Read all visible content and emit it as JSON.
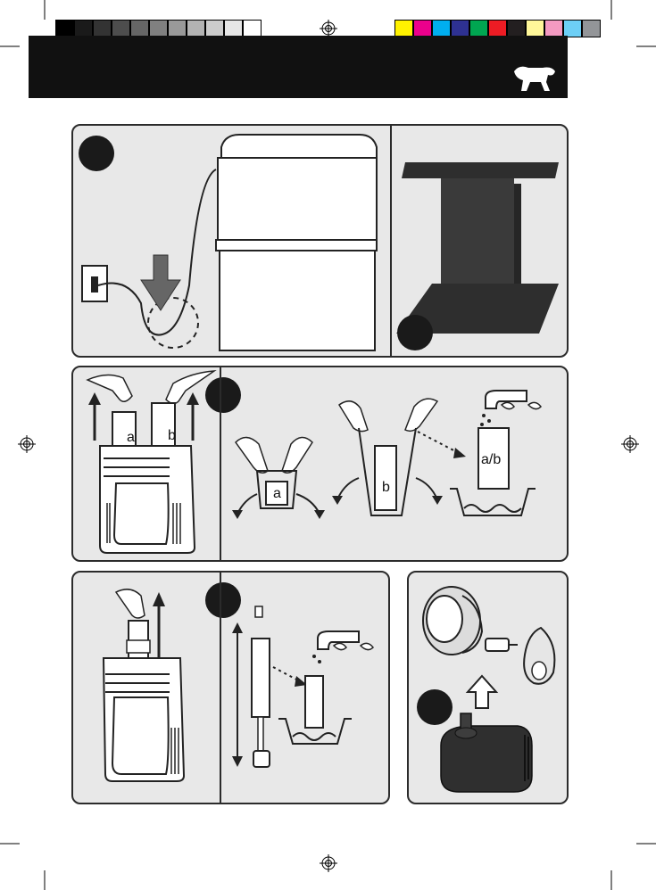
{
  "swatches": {
    "gray": [
      "#000000",
      "#1a1a1a",
      "#333333",
      "#4d4d4d",
      "#666666",
      "#808080",
      "#999999",
      "#b3b3b3",
      "#cccccc",
      "#e6e6e6",
      "#ffffff"
    ],
    "color": [
      "#fff200",
      "#ec008c",
      "#00aeef",
      "#2e3192",
      "#00a651",
      "#ed1c24",
      "#231f20",
      "#fff799",
      "#f49ac1",
      "#6dcff6",
      "#939598"
    ]
  },
  "colors": {
    "header": "#111111",
    "panel_bg": "#e8e8e8",
    "panel_border": "#2b2b2b"
  },
  "icons": {
    "logo": "ferplast-dog-logo-icon",
    "registration": "registration-mark-icon",
    "arrow": "arrow-down-icon",
    "faucet": "faucet-icon"
  },
  "labels": {
    "cart_a": "a",
    "cart_b": "b",
    "step2_a": "a",
    "step2_b": "b",
    "step2_ab": "a/b"
  }
}
